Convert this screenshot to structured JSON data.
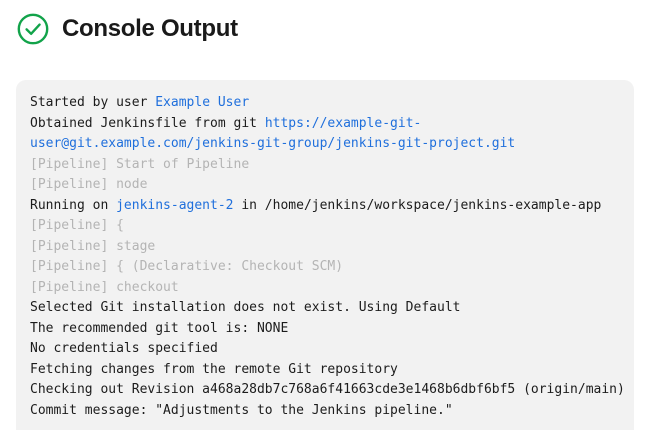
{
  "header": {
    "title": "Console Output",
    "status_icon": "check-circle-icon",
    "status_color": "#12a34a"
  },
  "colors": {
    "panel_background": "#f2f2f2",
    "text": "#1c1c1c",
    "link": "#1f6fdc",
    "muted": "#b4b4b4",
    "page_background": "#ffffff"
  },
  "console": {
    "lines": [
      {
        "id": "started-by-user",
        "segments": [
          {
            "text": "Started by user ",
            "style": "plain"
          },
          {
            "text": "Example User",
            "style": "link"
          }
        ]
      },
      {
        "id": "obtained-jenkinsfile",
        "segments": [
          {
            "text": "Obtained Jenkinsfile from git ",
            "style": "plain"
          },
          {
            "text": "https://example-git-user@git.example.com/jenkins-git-group/jenkins-git-project.git",
            "style": "link"
          }
        ]
      },
      {
        "id": "pipeline-start-of-pipeline",
        "segments": [
          {
            "text": "[Pipeline] Start of Pipeline",
            "style": "muted"
          }
        ]
      },
      {
        "id": "pipeline-node",
        "segments": [
          {
            "text": "[Pipeline] node",
            "style": "muted"
          }
        ]
      },
      {
        "id": "running-on-agent",
        "segments": [
          {
            "text": "Running on ",
            "style": "plain"
          },
          {
            "text": "jenkins-agent-2",
            "style": "link"
          },
          {
            "text": " in /home/jenkins/workspace/jenkins-example-app",
            "style": "plain"
          }
        ]
      },
      {
        "id": "pipeline-open-brace",
        "segments": [
          {
            "text": "[Pipeline] {",
            "style": "muted"
          }
        ]
      },
      {
        "id": "pipeline-stage",
        "segments": [
          {
            "text": "[Pipeline] stage",
            "style": "muted"
          }
        ]
      },
      {
        "id": "pipeline-declarative-checkout-scm",
        "segments": [
          {
            "text": "[Pipeline] { (Declarative: Checkout SCM)",
            "style": "muted"
          }
        ]
      },
      {
        "id": "pipeline-checkout",
        "segments": [
          {
            "text": "[Pipeline] checkout",
            "style": "muted"
          }
        ]
      },
      {
        "id": "selected-git-installation",
        "segments": [
          {
            "text": "Selected Git installation does not exist. Using Default",
            "style": "plain"
          }
        ]
      },
      {
        "id": "recommended-git-tool",
        "segments": [
          {
            "text": "The recommended git tool is: NONE",
            "style": "plain"
          }
        ]
      },
      {
        "id": "no-credentials",
        "segments": [
          {
            "text": "No credentials specified",
            "style": "plain"
          }
        ]
      },
      {
        "id": "fetching-changes",
        "segments": [
          {
            "text": "Fetching changes from the remote Git repository",
            "style": "plain"
          }
        ]
      },
      {
        "id": "checking-out-revision",
        "segments": [
          {
            "text": "Checking out Revision a468a28db7c768a6f41663cde3e1468b6dbf6bf5 (origin/main)",
            "style": "plain"
          }
        ]
      },
      {
        "id": "commit-message",
        "segments": [
          {
            "text": "Commit message: \"Adjustments to the Jenkins pipeline.\"",
            "style": "plain"
          }
        ]
      }
    ]
  }
}
